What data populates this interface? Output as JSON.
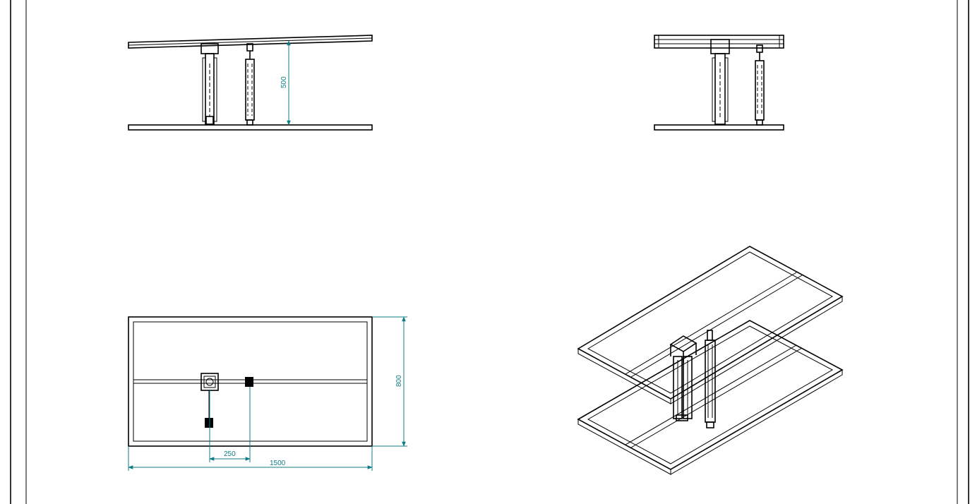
{
  "drawing": {
    "dimensions": {
      "height_front": "500",
      "depth_plan": "800",
      "offset_plan": "250",
      "width_plan": "1500"
    },
    "colors": {
      "line": "#000000",
      "dimension": "#0e7c86",
      "background": "#ffffff"
    }
  }
}
